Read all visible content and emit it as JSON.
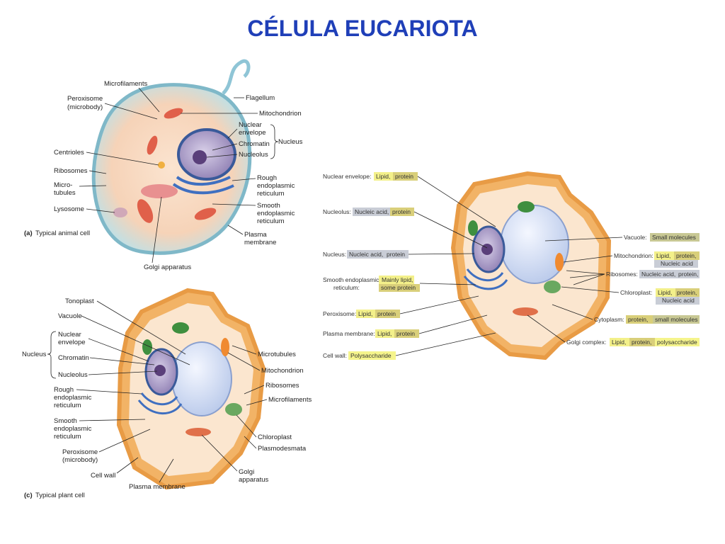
{
  "title": "CÉLULA EUCARIOTA",
  "animal": {
    "caption_letter": "(a)",
    "caption": "Typical animal cell",
    "labels": {
      "microfilaments": "Microfilaments",
      "peroxisome": "Peroxisome",
      "microbody": "(microbody)",
      "centrioles": "Centrioles",
      "ribosomes": "Ribosomes",
      "microtubules_1": "Micro-",
      "microtubules_2": "tubules",
      "lysosome": "Lysosome",
      "flagellum": "Flagellum",
      "mitochondrion": "Mitochondrion",
      "nuclear_envelope_1": "Nuclear",
      "nuclear_envelope_2": "envelope",
      "chromatin": "Chromatin",
      "nucleolus": "Nucleolus",
      "nucleus": "Nucleus",
      "rough_er_1": "Rough",
      "rough_er_2": "endoplasmic",
      "rough_er_3": "reticulum",
      "smooth_er_1": "Smooth",
      "smooth_er_2": "endoplasmic",
      "smooth_er_3": "reticulum",
      "plasma_membrane_1": "Plasma",
      "plasma_membrane_2": "membrane",
      "golgi": "Golgi apparatus"
    }
  },
  "plant": {
    "caption_letter": "(c)",
    "caption": "Typical plant cell",
    "labels": {
      "tonoplast": "Tonoplast",
      "vacuole": "Vacuole",
      "nuclear_envelope_1": "Nuclear",
      "nuclear_envelope_2": "envelope",
      "nucleus": "Nucleus",
      "chromatin": "Chromatin",
      "nucleolus": "Nucleolus",
      "rough_er_1": "Rough",
      "rough_er_2": "endoplasmic",
      "rough_er_3": "reticulum",
      "smooth_er_1": "Smooth",
      "smooth_er_2": "endoplasmic",
      "smooth_er_3": "reticulum",
      "peroxisome": "Peroxisome",
      "microbody": "(microbody)",
      "cell_wall": "Cell wall",
      "plasma_membrane": "Plasma membrane",
      "microtubules": "Microtubules",
      "mitochondrion": "Mitochondrion",
      "ribosomes": "Ribosomes",
      "microfilaments": "Microfilaments",
      "chloroplast": "Chloroplast",
      "plasmodesmata": "Plasmodesmata",
      "golgi_1": "Golgi",
      "golgi_2": "apparatus"
    }
  },
  "composition": {
    "left": {
      "nuclear_envelope": {
        "label": "Nuclear envelope:",
        "tags": [
          "Lipid,",
          "protein"
        ]
      },
      "nucleolus": {
        "label": "Nucleolus:",
        "tags": [
          "Nucleic acid,",
          "protein"
        ]
      },
      "nucleus": {
        "label": "Nucleus:",
        "tags": [
          "Nucleic acid,",
          "protein"
        ]
      },
      "smooth_er": {
        "label_1": "Smooth endoplasmic",
        "label_2": "reticulum:",
        "tags": [
          "Mainly lipid,",
          "some protein"
        ]
      },
      "peroxisome": {
        "label": "Peroxisome:",
        "tags": [
          "Lipid,",
          "protein"
        ]
      },
      "plasma_membrane": {
        "label": "Plasma membrane:",
        "tags": [
          "Lipid,",
          "protein"
        ]
      },
      "cell_wall": {
        "label": "Cell wall:",
        "tags": [
          "Polysaccharide"
        ]
      }
    },
    "right": {
      "vacuole": {
        "label": "Vacuole:",
        "tags": [
          "Small molecules"
        ]
      },
      "mitochondrion": {
        "label": "Mitochondrion:",
        "tags": [
          "Lipid,",
          "protein,",
          "Nucleic acid"
        ]
      },
      "ribosomes": {
        "label": "Ribosomes:",
        "tags": [
          "Nucleic acid,",
          "protein,"
        ]
      },
      "chloroplast": {
        "label": "Chloroplast:",
        "tags": [
          "Lipid,",
          "protein,",
          "Nucleic acid"
        ]
      },
      "cytoplasm": {
        "label": "Cytoplasm:",
        "tags": [
          "protein,",
          "small molecules"
        ]
      },
      "golgi": {
        "label": "Golgi complex:",
        "tags": [
          "Lipid,",
          "protein,",
          "polysaccharide"
        ]
      }
    }
  },
  "colors": {
    "title": "#1f3fb8",
    "tag_lipid": "#f3f08a",
    "tag_protein": "#d9cf7a",
    "tag_nucleic": "#c9cdd6",
    "tag_small": "#c8c894",
    "tag_poly": "#f5f48c"
  }
}
